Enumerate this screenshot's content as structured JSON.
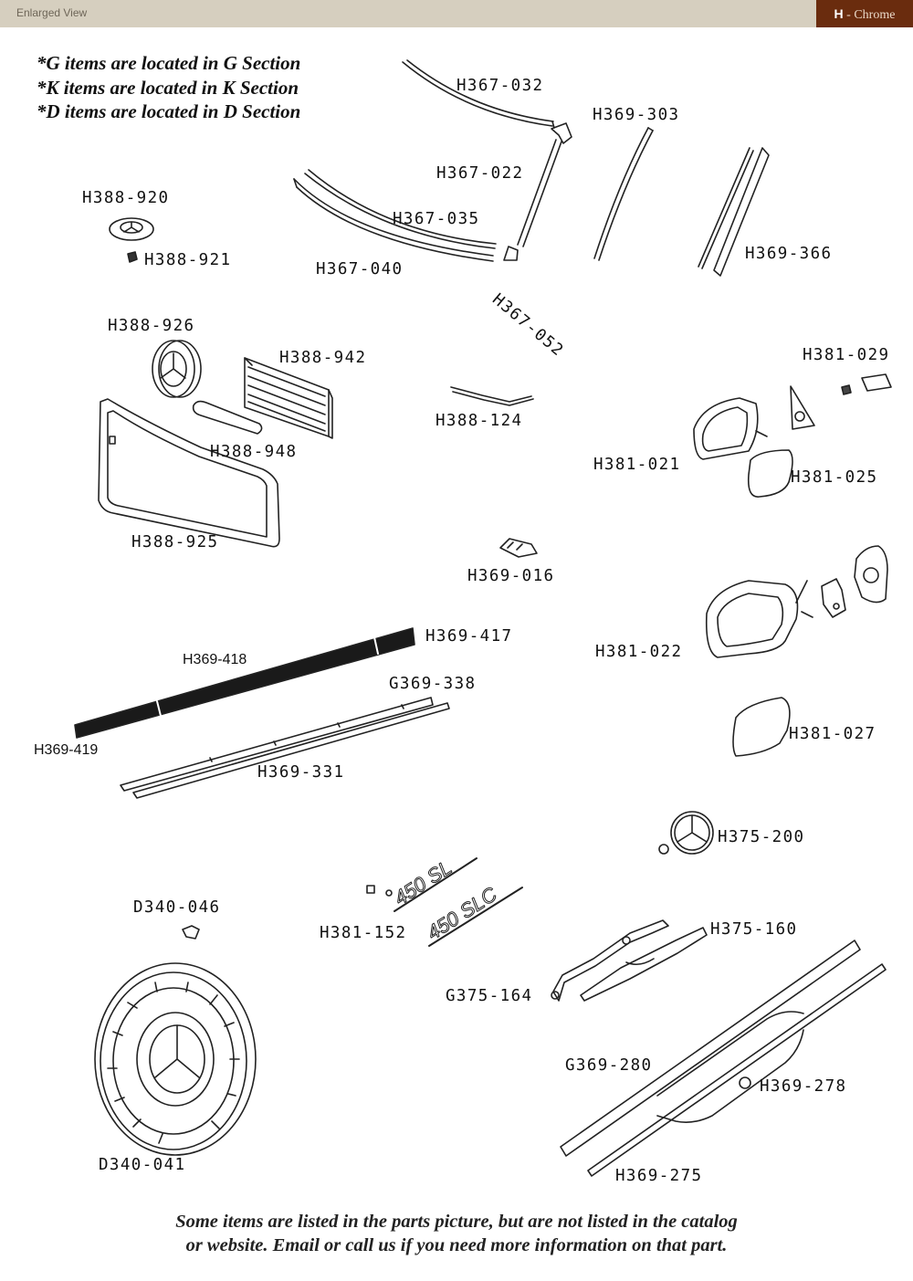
{
  "header": {
    "view_label": "Enlarged View",
    "section_letter": "H",
    "section_name": "- Chrome"
  },
  "notes": [
    "*G items are located in G Section",
    "*K items are located in K Section",
    "*D items are located in D Section"
  ],
  "parts": [
    "H367-032",
    "H369-303",
    "H367-022",
    "H367-035",
    "H367-040",
    "H367-052",
    "H369-366",
    "H388-920",
    "H388-921",
    "H388-926",
    "H388-942",
    "H388-948",
    "H388-925",
    "H388-124",
    "H381-029",
    "H381-021",
    "H381-025",
    "H369-016",
    "H381-022",
    "H369-417",
    "H369-418",
    "G369-338",
    "H369-419",
    "H369-331",
    "H381-027",
    "H375-200",
    "D340-046",
    "H381-152",
    "H375-160",
    "G375-164",
    "G369-280",
    "H369-278",
    "D340-041",
    "H369-275"
  ],
  "emblems": [
    "450 SL",
    "450 SLC"
  ],
  "footer": [
    "Some items are listed in the parts picture, but are not listed in the catalog",
    "or website. Email or call us if you need more information on that part."
  ]
}
